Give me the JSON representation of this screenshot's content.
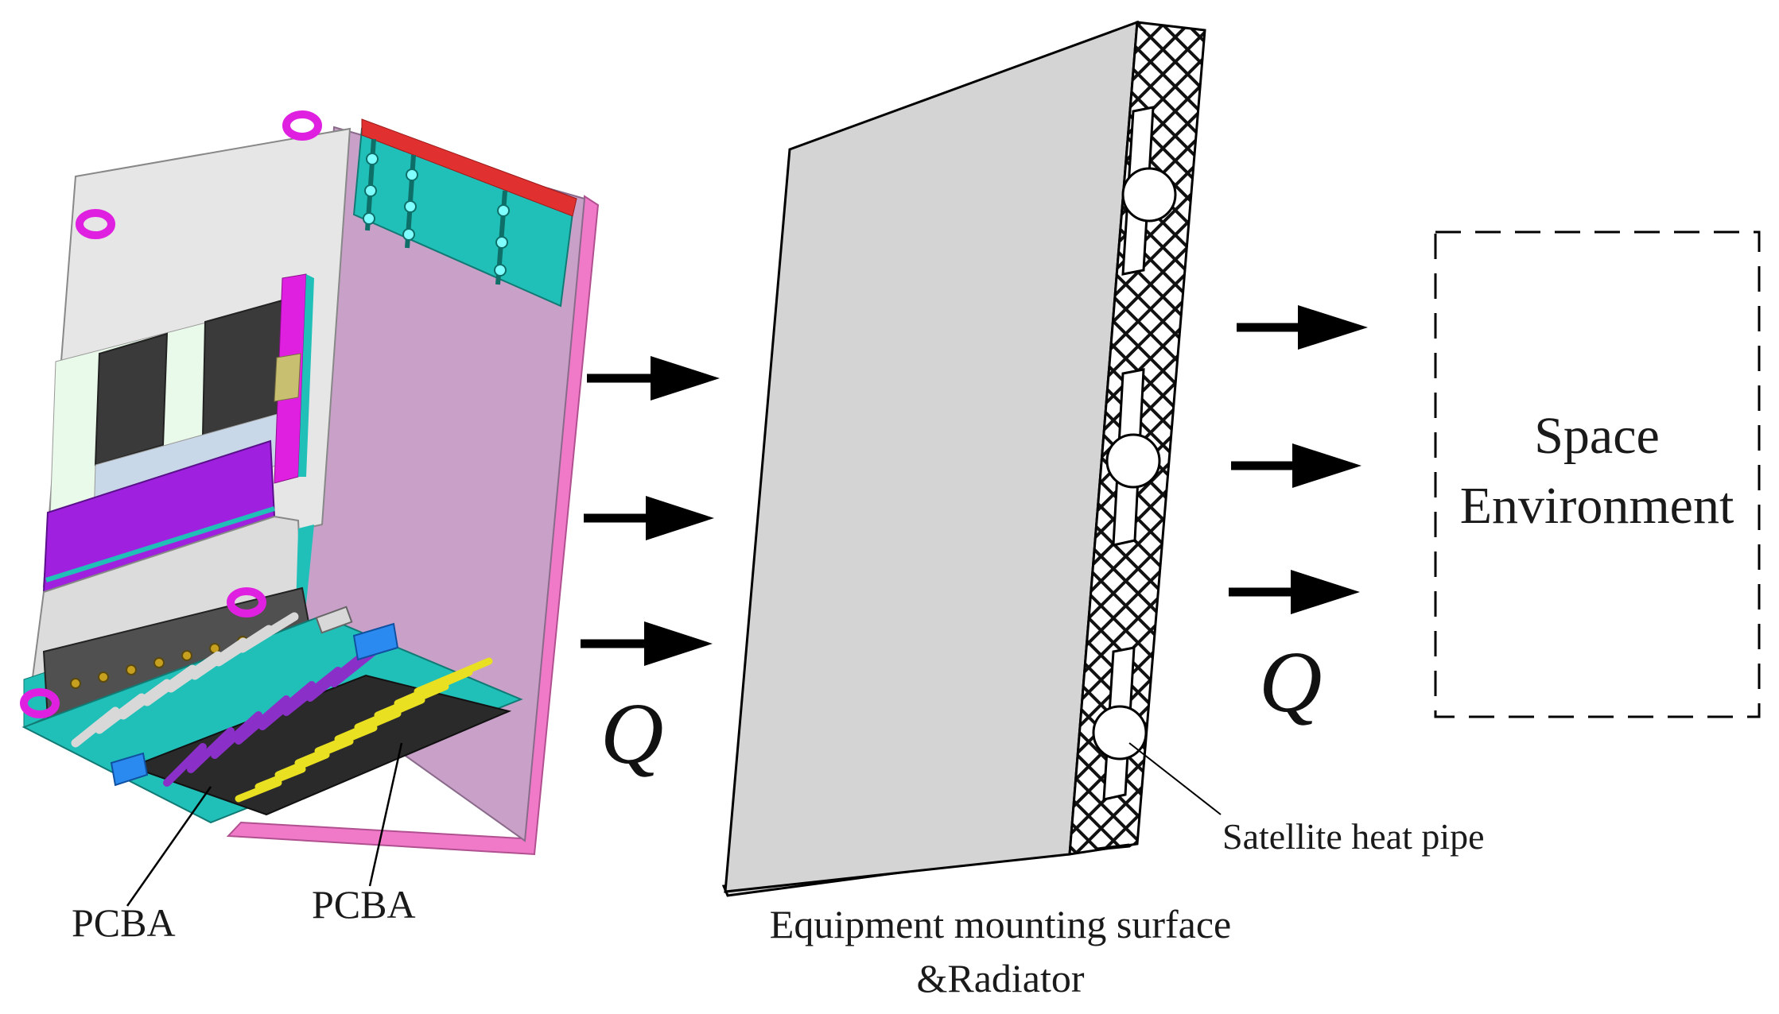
{
  "labels": {
    "pcba_left": "PCBA",
    "pcba_right": "PCBA",
    "q_left": "Q",
    "q_right": "Q",
    "heat_pipe": "Satellite heat pipe",
    "mount_line1": "Equipment mounting surface",
    "mount_line2": "&Radiator",
    "space_line1": "Space",
    "space_line2": "Environment"
  },
  "colors": {
    "panel_face": "#d4d4d4",
    "housing_top": "#e6e6e6",
    "side_plate": "#c8a0c8",
    "mount_flange": "#f07ac8",
    "teal_module": "#20c0b8",
    "red_strip": "#e03030",
    "purple_block": "#a020e0",
    "dark_block": "#3a3a3a",
    "pcb_dark": "#2a2a2a",
    "pcb_yellow": "#e8e020",
    "pcb_purple": "#8a30c8",
    "lift_ring": "#e020e0",
    "arrow": "#000000"
  },
  "icons": {
    "equipment": "electronic-equipment-box",
    "arrows": "heat-flow-arrow",
    "panel": "radiator-panel",
    "heat_pipes": "heat-pipe-circle",
    "space_box": "dashed-boundary-box"
  }
}
